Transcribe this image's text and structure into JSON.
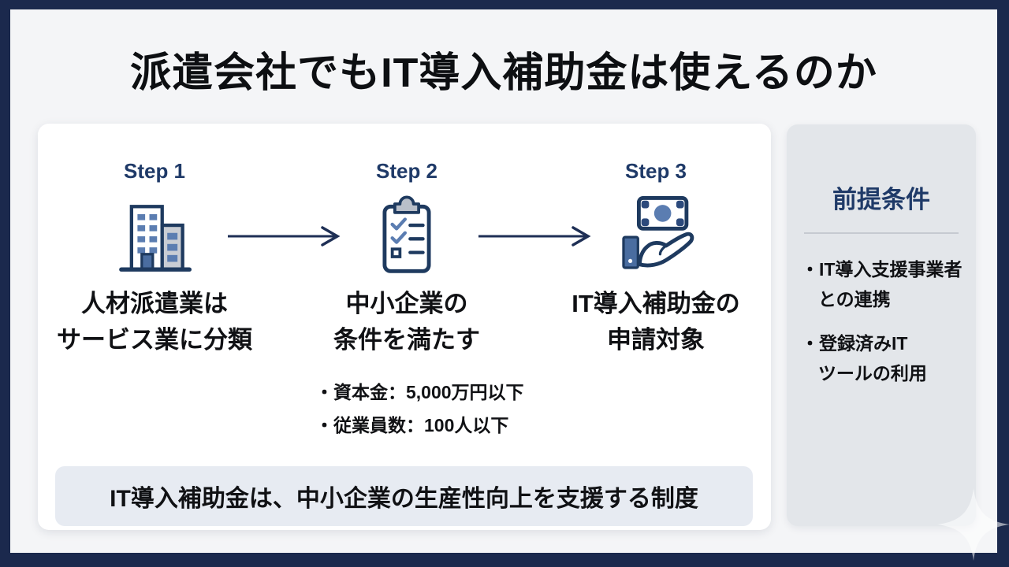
{
  "title": "派遣会社でもIT導入補助金は使えるのか",
  "steps": [
    {
      "label": "Step 1",
      "icon": "building-icon",
      "lines": [
        "人材派遣業は",
        "サービス業に分類"
      ]
    },
    {
      "label": "Step 2",
      "icon": "clipboard-checklist-icon",
      "lines": [
        "中小企業の",
        "条件を満たす"
      ],
      "notes": [
        "・資本金：5,000万円以下",
        "・従業員数：100人以下"
      ]
    },
    {
      "label": "Step 3",
      "icon": "money-hand-icon",
      "lines": [
        "IT導入補助金の",
        "申請対象"
      ]
    }
  ],
  "banner": {
    "text": "IT導入補助金は、中小企業の生産性向上を支援する制度"
  },
  "sidebar": {
    "title": "前提条件",
    "items": [
      {
        "line1": "・IT導入支援事業者",
        "line2": "との連携"
      },
      {
        "line1": "・登録済みIT",
        "line2": "ツールの利用"
      }
    ]
  },
  "colors": {
    "frame_navy": "#1b294d",
    "stage_bg": "#f4f5f7",
    "card_white": "#ffffff",
    "banner_bg": "#e7ebf2",
    "sidebar_bg": "#e3e6ea",
    "heading_navy": "#1f3a68",
    "icon_stroke_navy": "#1e3a5f",
    "icon_blue": "#5b7db1",
    "icon_gray": "#c9cdd4",
    "text_black": "#101114"
  }
}
